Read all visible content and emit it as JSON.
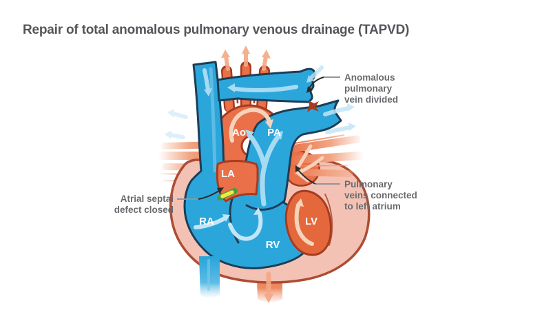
{
  "title": "Repair of total anomalous pulmonary venous drainage (TAPVD)",
  "labels": {
    "ao": "Ao",
    "pa": "PA",
    "la": "LA",
    "ra": "RA",
    "rv": "RV",
    "lv": "LV"
  },
  "annotations": {
    "anomalous": [
      "Anomalous",
      "pulmonary",
      "vein divided"
    ],
    "asd": [
      "Atrial septal",
      "defect closed"
    ],
    "pv": [
      "Pulmonary",
      "veins connected",
      "to left atrium"
    ]
  },
  "colors": {
    "background": "#ffffff",
    "title-gray": "#54555a",
    "annotation-gray": "#696a6e",
    "leader-gray": "#939598",
    "leader-black": "#2b2b2b",
    "blue": "#2ba6db",
    "blue-outline": "#1d3d56",
    "blue-arrow": "#a6dbf3",
    "blue-arrow-faint": "#c3e5f6",
    "blue-stripe": "#7ec9ea",
    "orange": "#e97048",
    "orange-deep": "#e5683c",
    "orange-outline": "#a63b1f",
    "orange-arrow": "#f3a886",
    "cream-arrow": "#f5d3bb",
    "pink": "#f4c2b4",
    "pink-outline": "#ad4c33",
    "patch-yellow": "#f2ea3d",
    "patch-green": "#3fa142",
    "tie-red": "#a63b1f"
  }
}
